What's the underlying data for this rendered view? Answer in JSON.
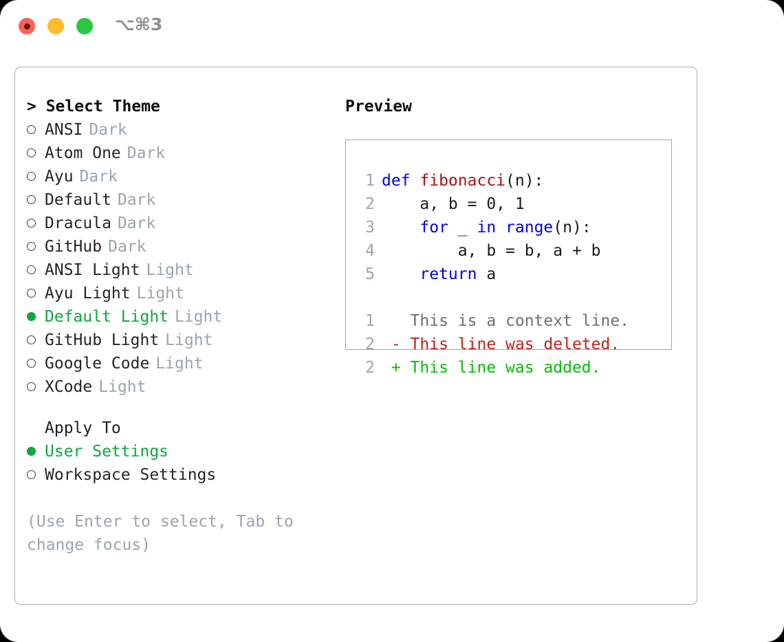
{
  "window": {
    "shortcut": "⌥⌘3",
    "traffic_lights": [
      {
        "name": "close",
        "color": "#ff5f57"
      },
      {
        "name": "minimize",
        "color": "#febc2e"
      },
      {
        "name": "maximize",
        "color": "#28c840"
      }
    ]
  },
  "theme_picker": {
    "header": "> Select Theme",
    "items": [
      {
        "marker": "ring",
        "label": "ANSI",
        "category": "Dark",
        "selected": false
      },
      {
        "marker": "ring",
        "label": "Atom One",
        "category": "Dark",
        "selected": false
      },
      {
        "marker": "ring",
        "label": "Ayu",
        "category": "Dark",
        "selected": false
      },
      {
        "marker": "ring",
        "label": "Default",
        "category": "Dark",
        "selected": false
      },
      {
        "marker": "ring",
        "label": "Dracula",
        "category": "Dark",
        "selected": false
      },
      {
        "marker": "ring",
        "label": "GitHub",
        "category": "Dark",
        "selected": false
      },
      {
        "marker": "ring",
        "label": "ANSI Light",
        "category": "Light",
        "selected": false
      },
      {
        "marker": "ring",
        "label": "Ayu Light",
        "category": "Light",
        "selected": false
      },
      {
        "marker": "dot",
        "label": "Default Light",
        "category": "Light",
        "selected": true
      },
      {
        "marker": "ring",
        "label": "GitHub Light",
        "category": "Light",
        "selected": false
      },
      {
        "marker": "ring",
        "label": "Google Code",
        "category": "Light",
        "selected": false
      },
      {
        "marker": "ring",
        "label": "XCode",
        "category": "Light",
        "selected": false
      }
    ]
  },
  "apply_to": {
    "title": "Apply To",
    "options": [
      {
        "marker": "dot",
        "label": "User Settings",
        "selected": true
      },
      {
        "marker": "ring",
        "label": "Workspace Settings",
        "selected": false
      }
    ]
  },
  "hint": "(Use Enter to select, Tab to change focus)",
  "preview": {
    "title": "Preview",
    "code_lines": [
      {
        "num": "1",
        "tokens": [
          {
            "text": "def ",
            "style": "kw"
          },
          {
            "text": "fibonacci",
            "style": "fn"
          },
          {
            "text": "(n):",
            "style": "plain"
          }
        ]
      },
      {
        "num": "2",
        "tokens": [
          {
            "text": "    a, b = 0, 1",
            "style": "plain"
          }
        ]
      },
      {
        "num": "3",
        "tokens": [
          {
            "text": "    for ",
            "style": "kw"
          },
          {
            "text": "_ ",
            "style": "plain"
          },
          {
            "text": "in ",
            "style": "kw"
          },
          {
            "text": "range",
            "style": "kw"
          },
          {
            "text": "(n):",
            "style": "plain"
          }
        ]
      },
      {
        "num": "4",
        "tokens": [
          {
            "text": "        a, b = b, a + b",
            "style": "plain"
          }
        ]
      },
      {
        "num": "5",
        "tokens": [
          {
            "text": "    return ",
            "style": "kw"
          },
          {
            "text": "a",
            "style": "plain"
          }
        ]
      }
    ],
    "diff_lines": [
      {
        "num": "1",
        "sign": "  ",
        "text": "This is a context line.",
        "style": "ctx"
      },
      {
        "num": "2",
        "sign": "- ",
        "text": "This line was deleted.",
        "style": "del"
      },
      {
        "num": "2",
        "sign": "+ ",
        "text": "This line was added.",
        "style": "add"
      }
    ]
  },
  "colors": {
    "selected_green": "#0ba83c",
    "muted_gray": "#9aa4b0",
    "keyword_blue": "#0000e6",
    "function_red": "#b01010",
    "diff_deleted": "#c0221a",
    "diff_added": "#00c000",
    "border": "#aab3c0"
  }
}
